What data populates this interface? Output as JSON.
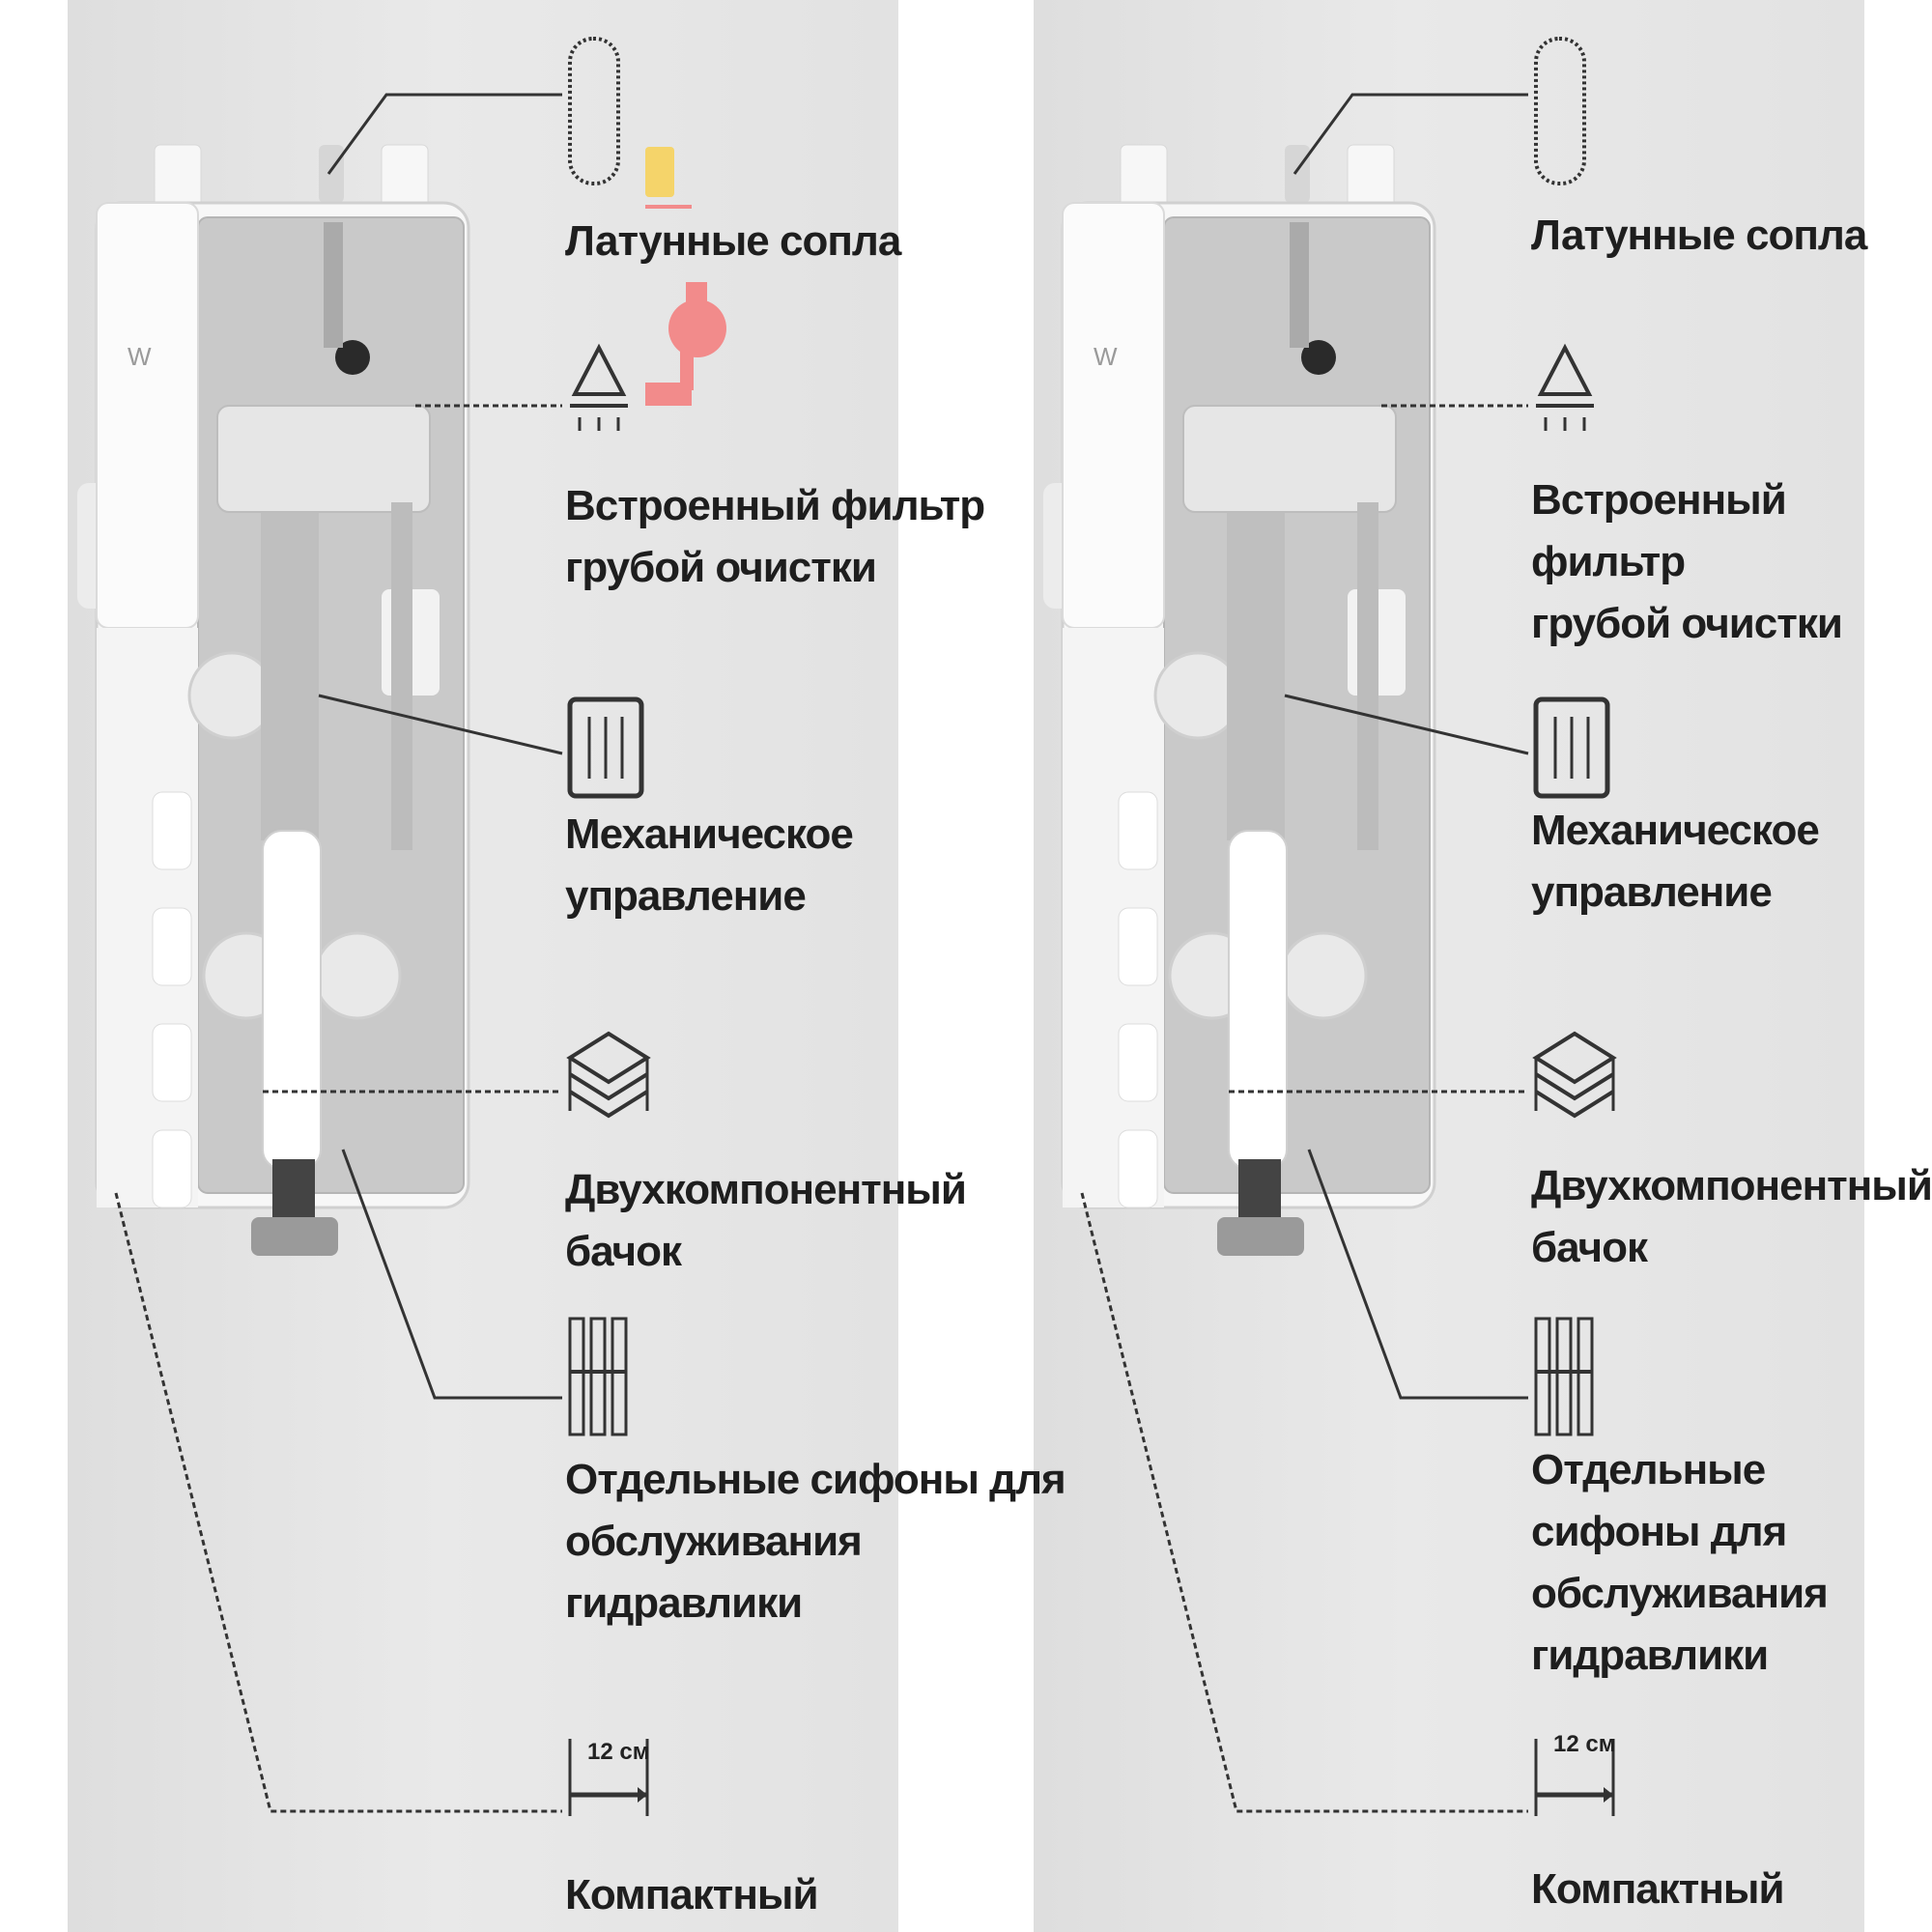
{
  "colors": {
    "panel_bg": "#e4e4e4",
    "housing": "#f7f7f7",
    "cavity": "#c9c9c9",
    "line": "#333333",
    "accent_yellow": "#f5d46a",
    "accent_red": "#f28b8b"
  },
  "panels": [
    {
      "id": "left",
      "callouts": [
        {
          "icon": "cylinder-icon",
          "text": "Латунные сопла"
        },
        {
          "icon": "shower-icon",
          "text": "Встроенный фильтр\nгрубой очистки"
        },
        {
          "icon": "control-panel-icon",
          "text": "Механическое\nуправление"
        },
        {
          "icon": "layers-icon",
          "text": "Двухкомпонентный\nбачок"
        },
        {
          "icon": "plugs-icon",
          "text": "Отдельные сифоны для\nобслуживания\nгидравлики"
        },
        {
          "icon": "width-icon",
          "text": "Компактный"
        }
      ],
      "unit_label": "12 см"
    },
    {
      "id": "right",
      "callouts": [
        {
          "icon": "cylinder-icon",
          "text": "Латунные сопла"
        },
        {
          "icon": "shower-icon",
          "text": "Встроенный фильтр\nгрубой очистки"
        },
        {
          "icon": "control-panel-icon",
          "text": "Механическое\nуправление"
        },
        {
          "icon": "layers-icon",
          "text": "Двухкомпонентный\nбачок"
        },
        {
          "icon": "plugs-icon",
          "text": "Отдельные сифоны для\nобслуживания\nгидравлики"
        },
        {
          "icon": "width-icon",
          "text": "Компактный"
        }
      ],
      "unit_label": "12 см"
    }
  ]
}
